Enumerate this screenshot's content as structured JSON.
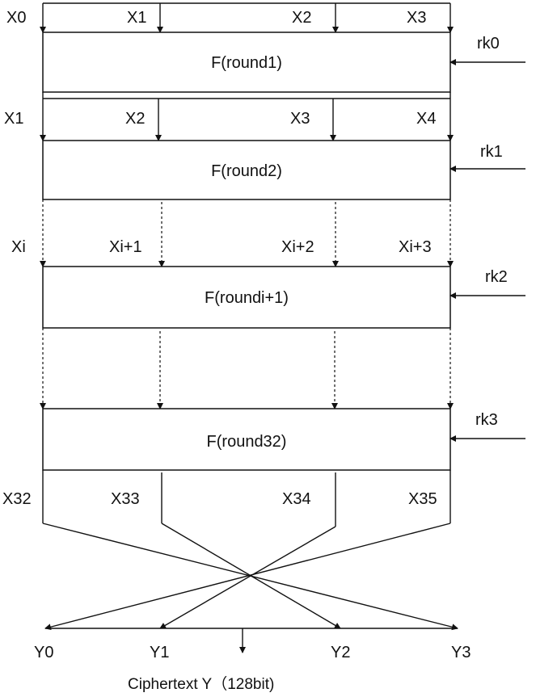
{
  "inputs_round1": [
    "X0",
    "X1",
    "X2",
    "X3"
  ],
  "inputs_round2": [
    "X1",
    "X2",
    "X3",
    "X4"
  ],
  "inputs_roundi": [
    "Xi",
    "Xi+1",
    "Xi+2",
    "Xi+3"
  ],
  "outputs_round32": [
    "X32",
    "X33",
    "X34",
    "X35"
  ],
  "outputs_final": [
    "Y0",
    "Y1",
    "Y2",
    "Y3"
  ],
  "rounds": [
    "F(round1)",
    "F(round2)",
    "F(roundi+1)",
    "F(round32)"
  ],
  "round_keys": [
    "rk0",
    "rk1",
    "rk2",
    "rk3"
  ],
  "caption": "Ciphertext Y（128bit)"
}
